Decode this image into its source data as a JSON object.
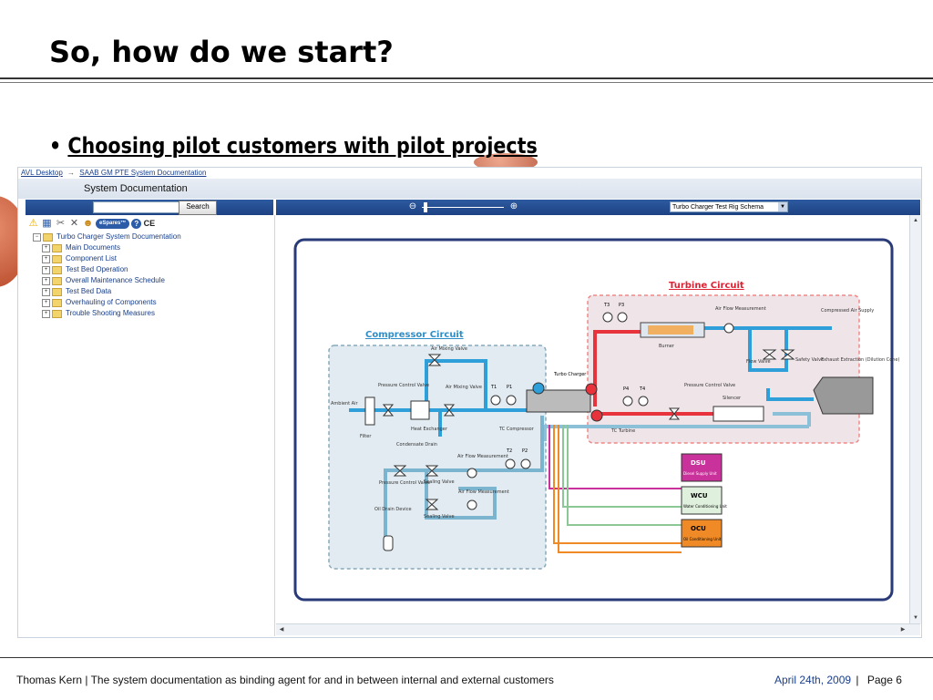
{
  "slide": {
    "title": "So, how do we start?",
    "bullet_dot": "•",
    "bullet_text": "Choosing pilot customers with pilot projects"
  },
  "app": {
    "breadcrumb_home": "AVL Desktop",
    "breadcrumb_arrow": "→",
    "breadcrumb_current": "SAAB GM PTE System Documentation",
    "window_title": "System Documentation",
    "search_button": "Search",
    "search_placeholder": "",
    "zoom_out": "⊖",
    "zoom_in": "⊕",
    "schema_select": "Turbo Charger Test Rig Schema",
    "toolbar_icons": [
      "warning-icon",
      "building-icon",
      "tools-icon",
      "wrench-icon",
      "user-icon",
      "espares-icon",
      "help-icon",
      "ce-icon"
    ],
    "espares_label": "eSpares™",
    "tree": {
      "root": "Turbo Charger System Documentation",
      "items": [
        "Main Documents",
        "Component List",
        "Test Bed Operation",
        "Overall Maintenance Schedule",
        "Test Bed Data",
        "Overhauling of Components",
        "Trouble Shooting Measures"
      ]
    }
  },
  "diagram": {
    "turbine_title": "Turbine Circuit",
    "compressor_title": "Compressor Circuit",
    "labels": {
      "t3": "T3",
      "p3": "P3",
      "t1": "T1",
      "p1": "P1",
      "t2": "T2",
      "p2": "P2",
      "p4": "P4",
      "t4": "T4",
      "turbo_charger": "Turbo Charger",
      "air_flow_top": "Air Flow Measurement",
      "compressed_air_supply": "Compressed Air Supply",
      "burner": "Burner",
      "flow_valve": "Flow Valve",
      "safety_valve": "Safety Valve",
      "exhaust": "Exhaust Extraction (Dilution Cone)",
      "pressure_control_turbine": "Pressure Control Valve",
      "silencer": "Silencer",
      "tc_turbine": "TC Turbine",
      "tc_compressor": "TC Compressor",
      "ambient_air": "Ambient Air",
      "filter": "Filter",
      "pressure_control_comp": "Pressure Control Valve",
      "air_mixing_valve_1": "Air Mixing Valve",
      "air_mixing_valve_2": "Air Mixing Valve",
      "heat_exchanger": "Heat Exchanger",
      "condensate_drain": "Condensate Drain",
      "air_flow_comp": "Air Flow Measurement",
      "pressure_control_oil": "Pressure Control Valve",
      "sealing_valve_1": "Sealing Valve",
      "sealing_valve_2": "Sealing Valve",
      "air_flow_oil": "Air Flow Measurement",
      "oil_drain": "Oil Drain Device",
      "dsu": "DSU",
      "dsu_sub": "Diesel Supply Unit",
      "wcu": "WCU",
      "wcu_sub": "Water Conditioning Unit",
      "ocu": "OCU",
      "ocu_sub": "Oil Conditioning Unit"
    }
  },
  "footer": {
    "left": "Thomas Kern | The system documentation as binding agent for and in between internal and external customers",
    "date": "April 24th, 2009",
    "sep": "|",
    "page": "Page 6"
  },
  "colors": {
    "accent_blue": "#1d4283",
    "turbine": "#e8323c",
    "compressor": "#2e9fd8",
    "dsu": "#c8329a",
    "wcu": "#8bc896",
    "ocu": "#f08a26"
  }
}
